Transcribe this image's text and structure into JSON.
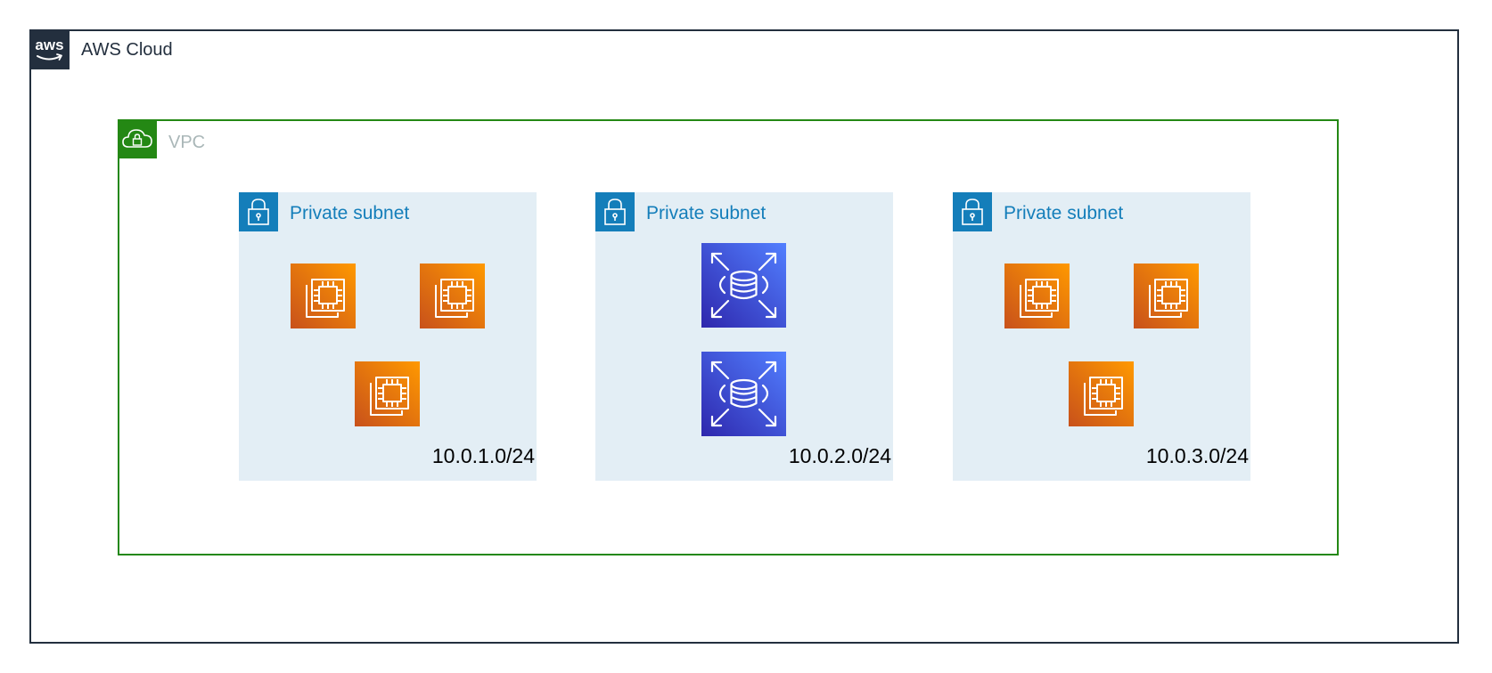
{
  "cloud": {
    "title": "AWS Cloud",
    "icon": "aws-logo-icon",
    "border_color": "#232f3e"
  },
  "vpc": {
    "title": "VPC",
    "icon": "vpc-cloud-lock-icon",
    "border_color": "#248814"
  },
  "subnets": [
    {
      "title": "Private subnet",
      "cidr": "10.0.1.0/24",
      "resources": [
        "ec2-instance",
        "ec2-instance",
        "ec2-instance"
      ]
    },
    {
      "title": "Private subnet",
      "cidr": "10.0.2.0/24",
      "resources": [
        "rds-database",
        "rds-database"
      ]
    },
    {
      "title": "Private subnet",
      "cidr": "10.0.3.0/24",
      "resources": [
        "ec2-instance",
        "ec2-instance",
        "ec2-instance"
      ]
    }
  ],
  "colors": {
    "subnet_fill": "#e3eef5",
    "subnet_accent": "#147eba",
    "ec2_gradient": [
      "#c8511b",
      "#ff9900"
    ],
    "rds_gradient": [
      "#2e27ad",
      "#527fff"
    ],
    "vpc_label": "#aab7b8"
  }
}
